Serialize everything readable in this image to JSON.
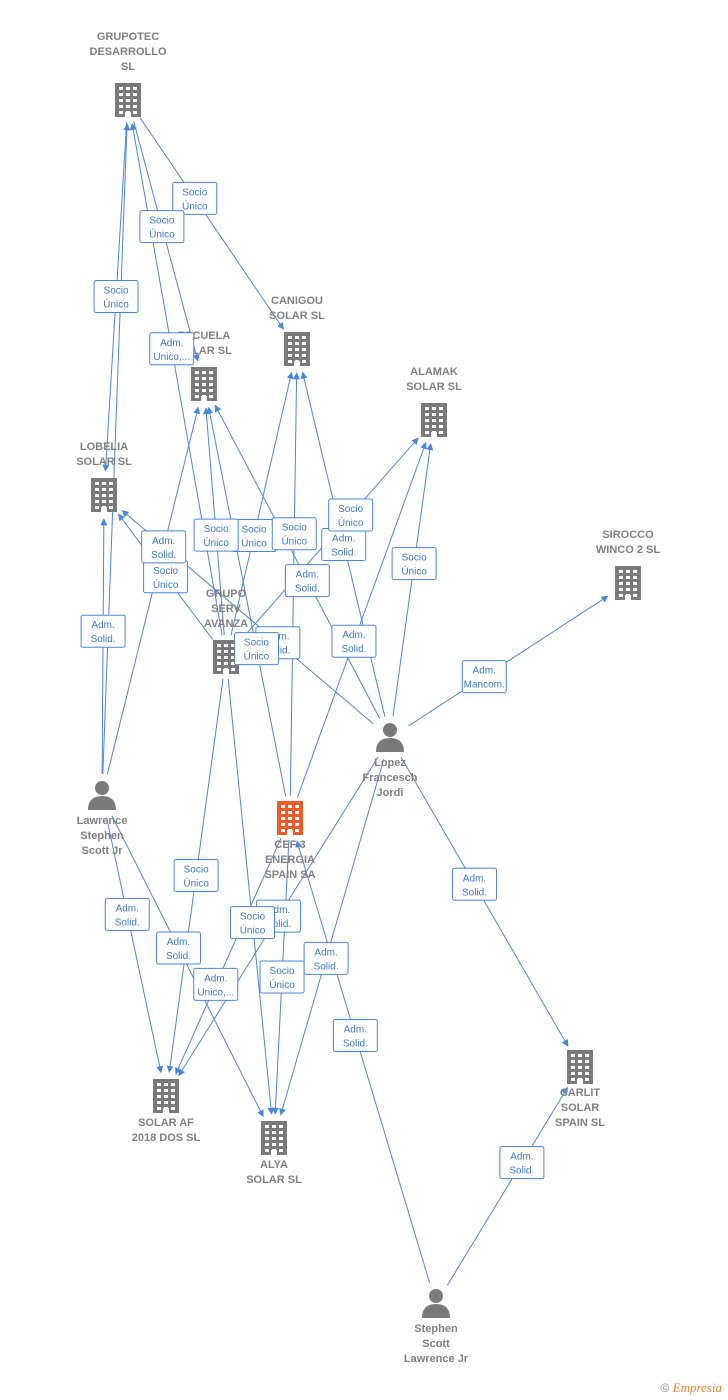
{
  "colors": {
    "edge": "#4a86d8",
    "company": "#7a7a7a",
    "company_main": "#f05a28",
    "person": "#7a7a7a",
    "label_text": "#3b78c9",
    "node_text": "#808080"
  },
  "nodes": [
    {
      "id": "grupotec",
      "type": "company",
      "label": [
        "GRUPOTEC",
        "DESARROLLO",
        "SL"
      ]
    },
    {
      "id": "canigou",
      "type": "company",
      "label": [
        "CANIGOU",
        "SOLAR SL"
      ]
    },
    {
      "id": "escuela",
      "type": "company",
      "label": [
        "ESCUELA",
        "SOLAR SL"
      ]
    },
    {
      "id": "alamak",
      "type": "company",
      "label": [
        "ALAMAK",
        "SOLAR SL"
      ]
    },
    {
      "id": "lobelia",
      "type": "company",
      "label": [
        "LOBELIA",
        "SOLAR SL"
      ]
    },
    {
      "id": "sirocco",
      "type": "company",
      "label": [
        "SIROCCO",
        "WINCO 2 SL"
      ]
    },
    {
      "id": "grupo_serv",
      "type": "company",
      "label": [
        "GRUPO",
        "SERV",
        "AVANZA"
      ]
    },
    {
      "id": "lopez",
      "type": "person",
      "label": [
        "Lopez",
        "Francesch",
        "Jordi"
      ]
    },
    {
      "id": "lawrence",
      "type": "person",
      "label": [
        "Lawrence",
        "Stephen",
        "Scott Jr"
      ]
    },
    {
      "id": "cef3",
      "type": "company_main",
      "label": [
        "CEF 3",
        "ENERGIA",
        "SPAIN SA"
      ]
    },
    {
      "id": "solaraf",
      "type": "company",
      "label": [
        "SOLAR AF",
        "2018 DOS SL"
      ]
    },
    {
      "id": "alya",
      "type": "company",
      "label": [
        "ALYA",
        "SOLAR SL"
      ]
    },
    {
      "id": "carlit",
      "type": "company",
      "label": [
        "CARLIT",
        "SOLAR",
        "SPAIN SL"
      ]
    },
    {
      "id": "stephen",
      "type": "person",
      "label": [
        "Stephen",
        "Scott",
        "Lawrence Jr"
      ]
    }
  ],
  "edges": [
    {
      "from": "grupotec",
      "to": "canigou",
      "label": [
        "Socio",
        "Único"
      ]
    },
    {
      "from": "grupotec",
      "to": "escuela",
      "label": [
        "Socio",
        "Único"
      ]
    },
    {
      "from": "grupotec",
      "to": "lobelia",
      "label": [
        "Socio",
        "Único"
      ]
    },
    {
      "from": "grupo_serv",
      "to": "grupotec",
      "label": [
        "Adm.",
        "Unico,..."
      ]
    },
    {
      "from": "lawrence",
      "to": "grupotec",
      "label": []
    },
    {
      "from": "grupo_serv",
      "to": "canigou",
      "label": [
        "Socio",
        "Único"
      ]
    },
    {
      "from": "grupo_serv",
      "to": "escuela",
      "label": [
        "Socio",
        "Único"
      ]
    },
    {
      "from": "grupo_serv",
      "to": "lobelia",
      "label": [
        "Socio",
        "Único"
      ]
    },
    {
      "from": "lawrence",
      "to": "lobelia",
      "label": [
        "Adm.",
        "Solid."
      ]
    },
    {
      "from": "lawrence",
      "to": "escuela",
      "label": [
        "Adm.",
        "Solid."
      ]
    },
    {
      "from": "lopez",
      "to": "lobelia",
      "label": [
        "Adm.",
        "Solid."
      ]
    },
    {
      "from": "lopez",
      "to": "escuela",
      "label": [
        "Adm.",
        "Solid."
      ]
    },
    {
      "from": "lopez",
      "to": "canigou",
      "label": [
        "Adm.",
        "Solid."
      ]
    },
    {
      "from": "lopez",
      "to": "alamak",
      "label": [
        "Socio",
        "Único"
      ]
    },
    {
      "from": "grupo_serv",
      "to": "alamak",
      "label": [
        "Socio",
        "Único"
      ]
    },
    {
      "from": "lopez",
      "to": "sirocco",
      "label": [
        "Adm.",
        "Mancom."
      ]
    },
    {
      "from": "lopez",
      "to": "carlit",
      "label": [
        "Adm.",
        "Solid."
      ]
    },
    {
      "from": "lopez",
      "to": "solaraf",
      "label": [
        "Adm.",
        "Solid."
      ]
    },
    {
      "from": "lopez",
      "to": "alya",
      "label": [
        "Adm.",
        "Solid."
      ]
    },
    {
      "from": "cef3",
      "to": "canigou",
      "label": [
        "Socio",
        "Único"
      ]
    },
    {
      "from": "cef3",
      "to": "escuela",
      "label": [
        "Socio",
        "Único"
      ]
    },
    {
      "from": "cef3",
      "to": "alamak",
      "label": [
        "Adm.",
        "Solid."
      ]
    },
    {
      "from": "grupo_serv",
      "to": "solaraf",
      "label": [
        "Socio",
        "Único"
      ]
    },
    {
      "from": "grupo_serv",
      "to": "alya",
      "label": [
        "Socio",
        "Único"
      ]
    },
    {
      "from": "cef3",
      "to": "solaraf",
      "label": [
        "Adm.",
        "Unico,..."
      ]
    },
    {
      "from": "lawrence",
      "to": "solaraf",
      "label": [
        "Adm.",
        "Solid."
      ]
    },
    {
      "from": "lawrence",
      "to": "alya",
      "label": [
        "Adm.",
        "Solid."
      ]
    },
    {
      "from": "cef3",
      "to": "alya",
      "label": [
        "Socio",
        "Único"
      ]
    },
    {
      "from": "stephen",
      "to": "cef3",
      "label": [
        "Adm.",
        "Solid."
      ]
    },
    {
      "from": "stephen",
      "to": "carlit",
      "label": [
        "Adm.",
        "Solid."
      ]
    }
  ],
  "footer": {
    "copyright": "©",
    "brand": "Empresia"
  }
}
